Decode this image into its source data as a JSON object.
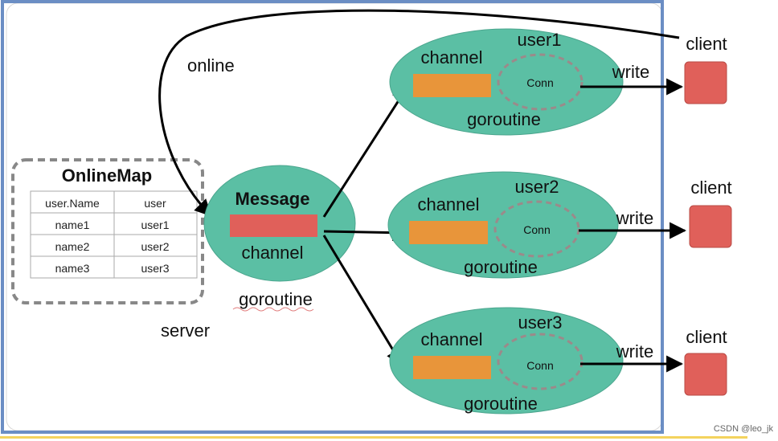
{
  "server": {
    "label": "server"
  },
  "online_map": {
    "title": "OnlineMap",
    "header": [
      "user.Name",
      "user"
    ],
    "rows": [
      [
        "name1",
        "user1"
      ],
      [
        "name2",
        "user2"
      ],
      [
        "name3",
        "user3"
      ]
    ]
  },
  "message": {
    "title": "Message",
    "channel_label": "channel",
    "goroutine_label": "goroutine"
  },
  "online_label": "online",
  "users": [
    {
      "name": "user1",
      "channel_label": "channel",
      "conn_label": "Conn",
      "goroutine_label": "goroutine",
      "write_label": "write",
      "client_label": "client"
    },
    {
      "name": "user2",
      "channel_label": "channel",
      "conn_label": "Conn",
      "goroutine_label": "goroutine",
      "write_label": "write",
      "client_label": "client"
    },
    {
      "name": "user3",
      "channel_label": "channel",
      "conn_label": "Conn",
      "goroutine_label": "goroutine",
      "write_label": "write",
      "client_label": "client"
    }
  ],
  "watermark": "CSDN @leo_jk",
  "colors": {
    "server_border": "#6b8ec4",
    "ellipse_fill": "#5bbfa4",
    "message_bar": "#e0605a",
    "channel_bar": "#e8953a",
    "client_box": "#e0605a",
    "bottom_line": "#f4d35e"
  }
}
